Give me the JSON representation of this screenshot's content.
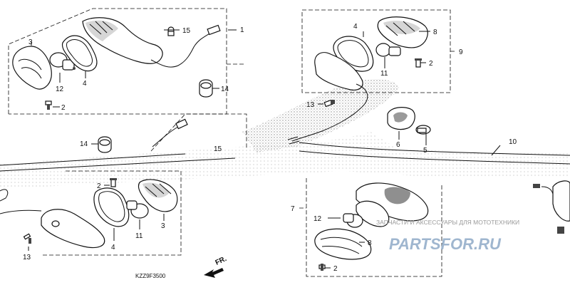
{
  "diagram": {
    "code": "KZZ9F3500",
    "direction_label": "FR.",
    "callouts": {
      "n1": "1",
      "n2a": "2",
      "n2b": "2",
      "n2c": "2",
      "n2d": "2",
      "n3a": "3",
      "n3b": "3",
      "n4a": "4",
      "n4b": "4",
      "n4c": "4",
      "n5": "5",
      "n6": "6",
      "n7": "7",
      "n8a": "8",
      "n8b": "8",
      "n9": "9",
      "n10": "10",
      "n11a": "11",
      "n11b": "11",
      "n12a": "12",
      "n12b": "12",
      "n13a": "13",
      "n13b": "13",
      "n14a": "14",
      "n14b": "14",
      "n15a": "15",
      "n15b": "15"
    }
  },
  "watermark": {
    "line1": "ЗАПЧАСТИ И АКСЕССУАРЫ ДЛЯ МОТОТЕХНИКИ",
    "line2": "PARTSFOR.RU"
  }
}
